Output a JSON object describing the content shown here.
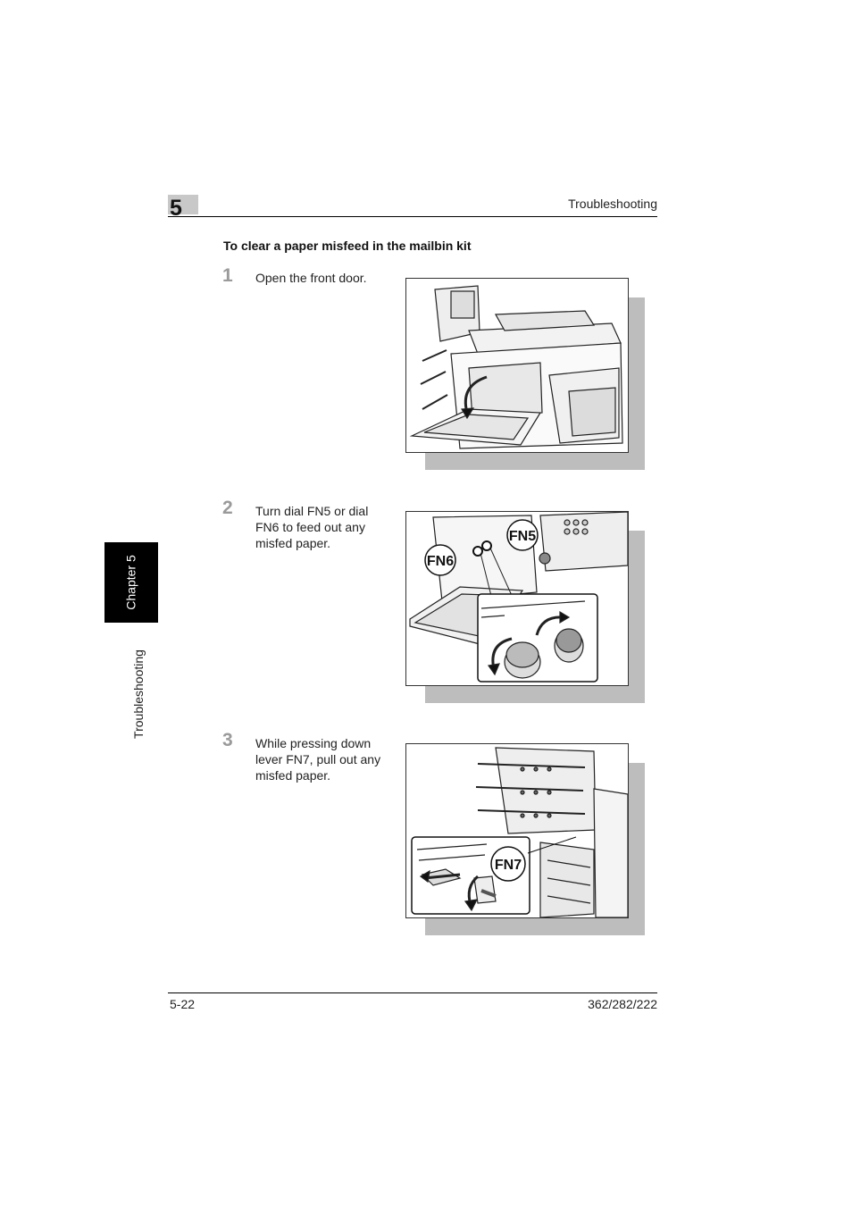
{
  "header": {
    "chapter_number": "5",
    "section_title": "Troubleshooting"
  },
  "content": {
    "heading": "To clear a paper misfeed in the mailbin kit",
    "steps": [
      {
        "number": "1",
        "text": "Open the front door."
      },
      {
        "number": "2",
        "text": "Turn dial FN5 or dial FN6 to feed out any misfed paper.",
        "callouts": [
          "FN5",
          "FN6"
        ]
      },
      {
        "number": "3",
        "text": "While pressing down lever FN7, pull out any misfed paper.",
        "callouts": [
          "FN7"
        ]
      }
    ]
  },
  "side_tab": {
    "chapter_label": "Chapter 5",
    "section_label": "Troubleshooting"
  },
  "footer": {
    "page_number": "5-22",
    "model": "362/282/222"
  }
}
